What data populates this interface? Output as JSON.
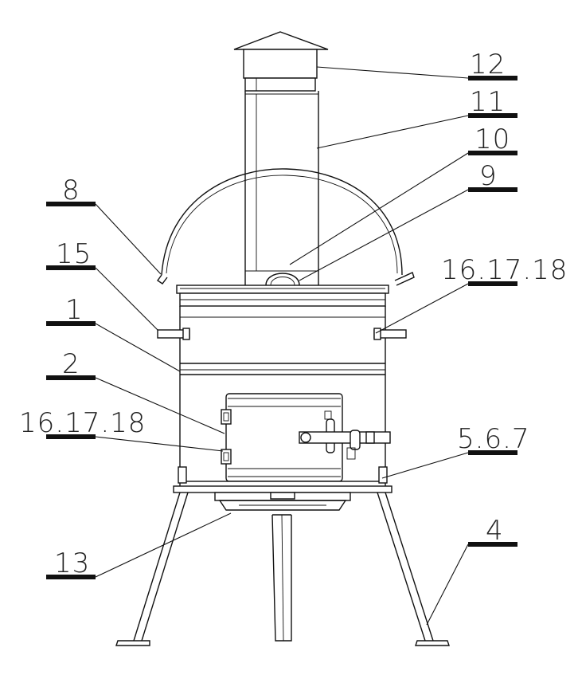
{
  "diagram": {
    "callouts": [
      {
        "id": "12",
        "label": "12"
      },
      {
        "id": "11",
        "label": "11"
      },
      {
        "id": "10",
        "label": "10"
      },
      {
        "id": "9",
        "label": "9"
      },
      {
        "id": "8",
        "label": "8"
      },
      {
        "id": "15",
        "label": "15"
      },
      {
        "id": "16-right",
        "label": "16.17.18"
      },
      {
        "id": "1",
        "label": "1"
      },
      {
        "id": "2",
        "label": "2"
      },
      {
        "id": "16-left",
        "label": "16.17.18"
      },
      {
        "id": "5",
        "label": "5.6.7"
      },
      {
        "id": "4",
        "label": "4"
      },
      {
        "id": "13",
        "label": "13"
      }
    ]
  }
}
